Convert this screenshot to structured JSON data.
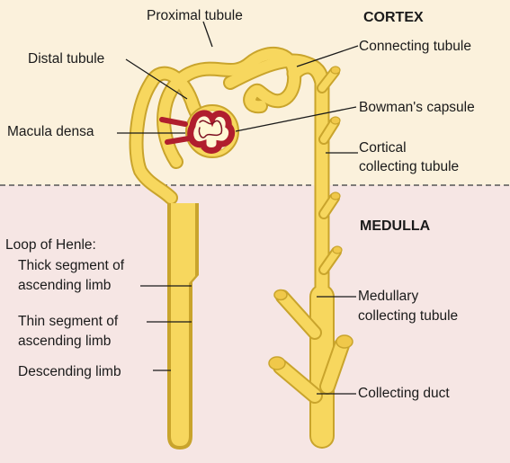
{
  "regions": {
    "cortex": "CORTEX",
    "medulla": "MEDULLA"
  },
  "labels": {
    "proximal_tubule": "Proximal tubule",
    "distal_tubule": "Distal tubule",
    "macula_densa": "Macula densa",
    "connecting_tubule": "Connecting tubule",
    "bowmans_capsule": "Bowman's capsule",
    "cortical_collecting_1": "Cortical",
    "cortical_collecting_2": "collecting tubule",
    "loop_of_henle": "Loop of Henle:",
    "thick_segment_1": "Thick segment of",
    "thick_segment_2": "ascending limb",
    "thin_segment_1": "Thin segment of",
    "thin_segment_2": "ascending limb",
    "descending_limb": "Descending limb",
    "medullary_collecting_1": "Medullary",
    "medullary_collecting_2": "collecting tubule",
    "collecting_duct": "Collecting duct"
  },
  "colors": {
    "cortex_bg": "#fbf1dc",
    "medulla_bg": "#f6e6e4",
    "tubule_fill": "#f7d75e",
    "tubule_outline": "#c9a42c",
    "glomerulus": "#b01e2e",
    "divider": "#555555"
  }
}
